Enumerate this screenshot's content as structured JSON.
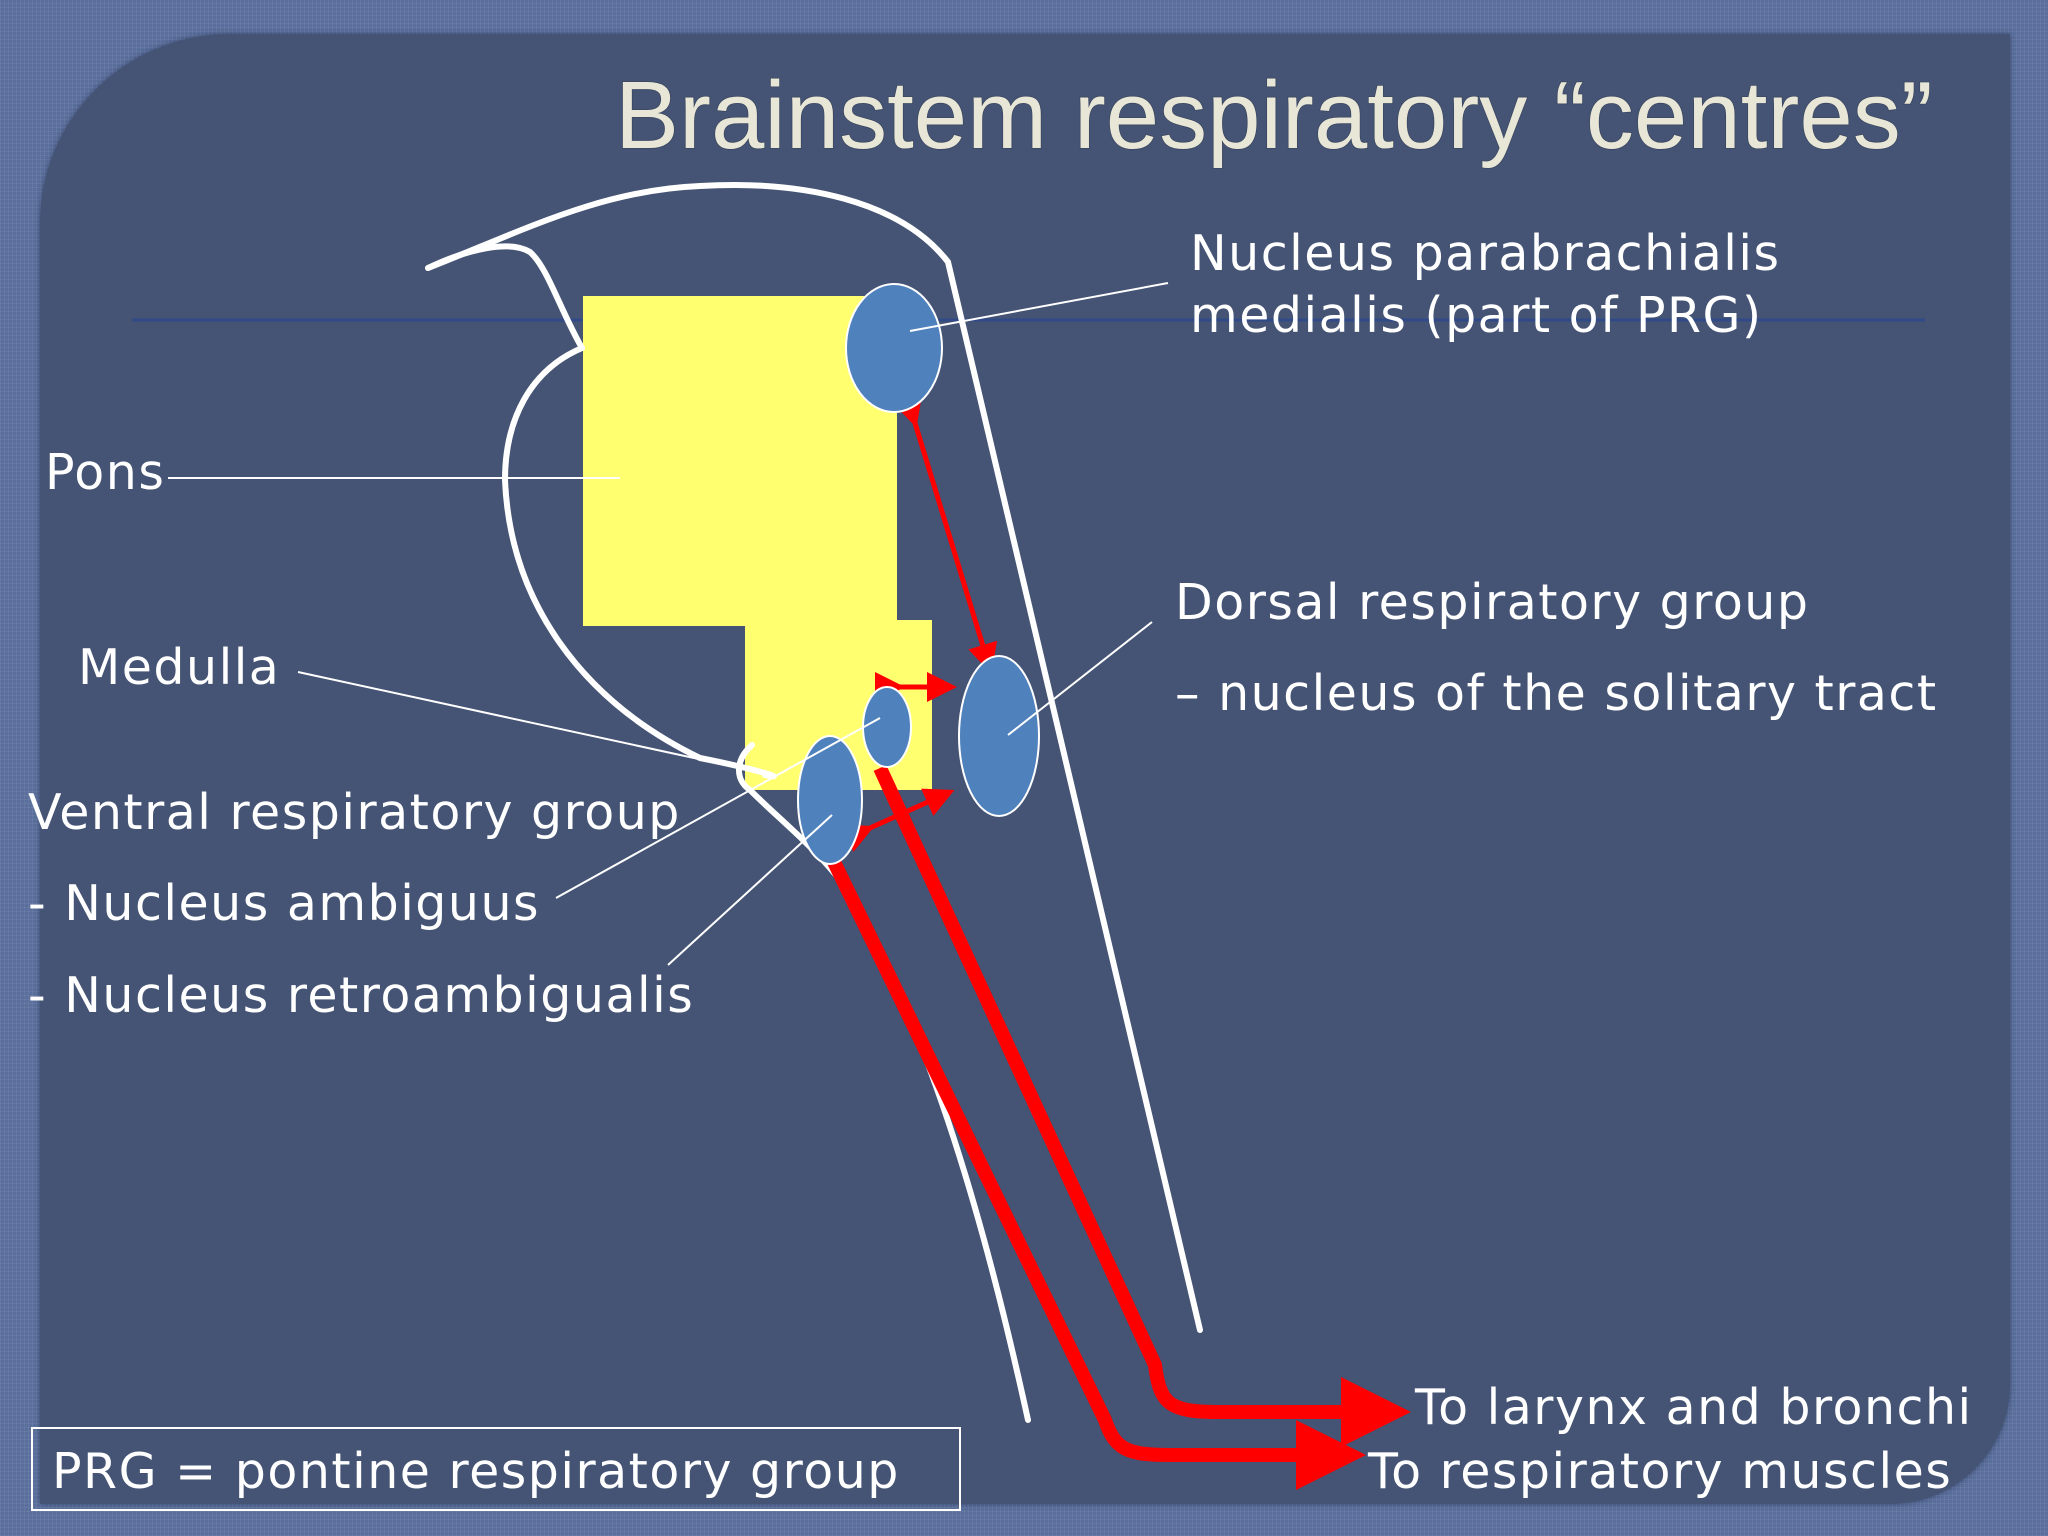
{
  "slide": {
    "title": "Brainstem respiratory “centres”",
    "labels": {
      "npm_line1": "Nucleus parabrachialis",
      "npm_line2": "medialis (part of PRG)",
      "pons": "Pons",
      "medulla": "Medulla",
      "drg_line1": "Dorsal respiratory group",
      "drg_line2": "– nucleus of the solitary tract",
      "vrg_line1": "Ventral respiratory group",
      "vrg_line2": "- Nucleus ambiguus",
      "vrg_line3": "- Nucleus retroambigualis",
      "out_larynx": "To larynx and bronchi",
      "out_muscles": "To respiratory muscles",
      "legend": "PRG = pontine respiratory group"
    }
  },
  "colors": {
    "panel": "#455474",
    "frame": "#5a6f9c",
    "region_fill": "#ffff70",
    "nucleus_fill": "#4f81bd",
    "pathway": "#ff0000",
    "outline": "#ffffff",
    "title": "#e8e6d6"
  }
}
